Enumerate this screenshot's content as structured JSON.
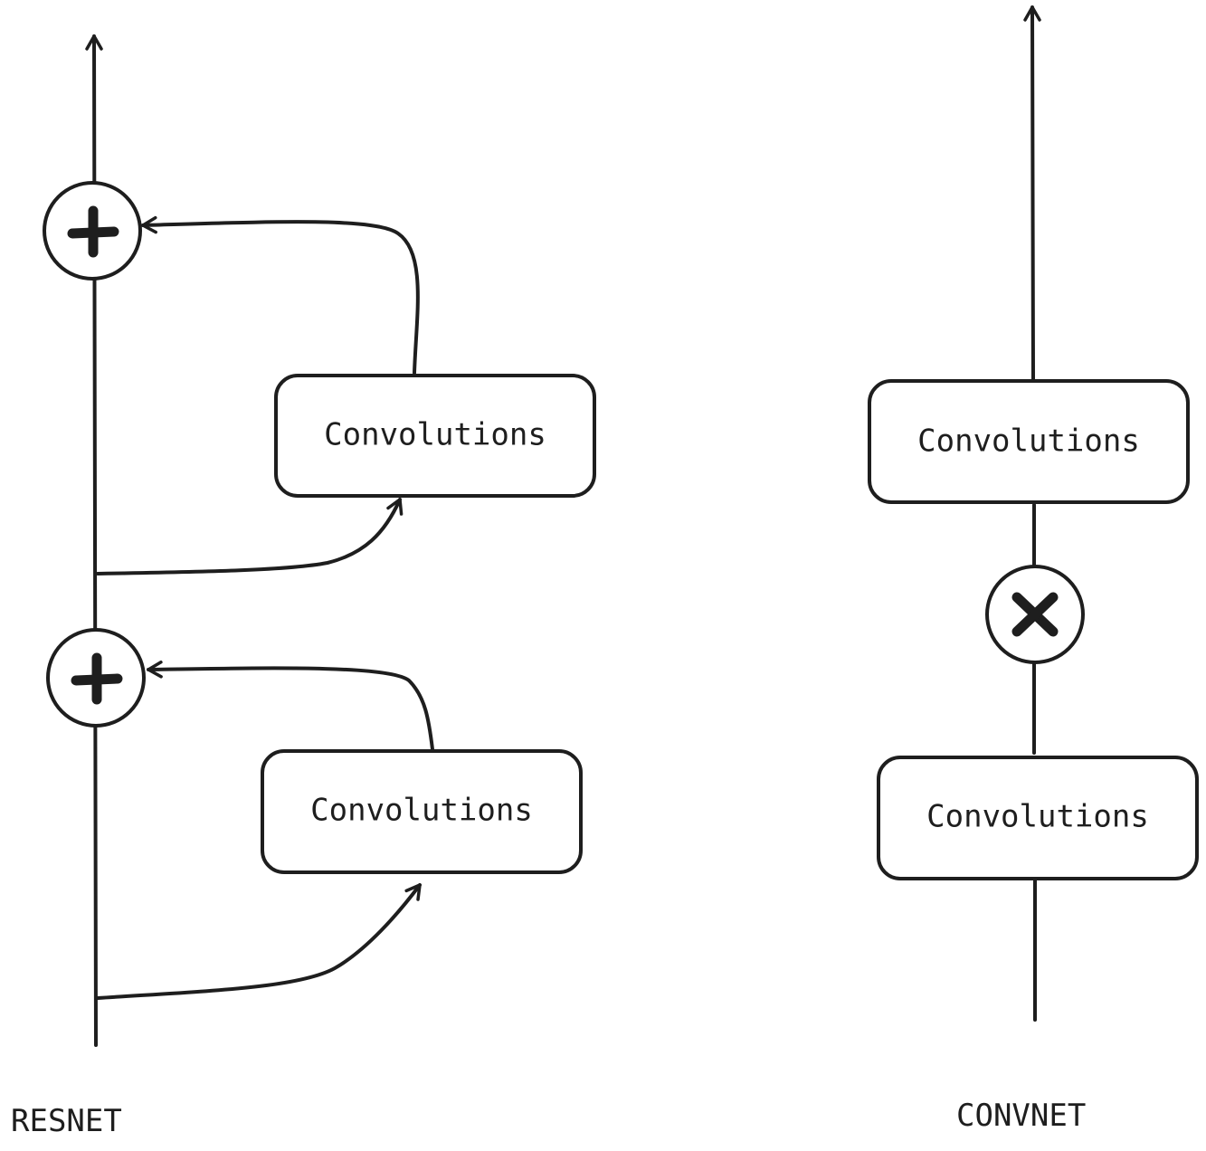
{
  "resnet": {
    "title": "RESNET",
    "blocks": [
      {
        "label": "Convolutions"
      },
      {
        "label": "Convolutions"
      }
    ],
    "merge_operator": "+"
  },
  "convnet": {
    "title": "CONVNET",
    "blocks": [
      {
        "label": "Convolutions"
      },
      {
        "label": "Convolutions"
      }
    ],
    "merge_operator": "×"
  },
  "colors": {
    "ink": "#1e1e1e",
    "background": "#ffffff"
  }
}
